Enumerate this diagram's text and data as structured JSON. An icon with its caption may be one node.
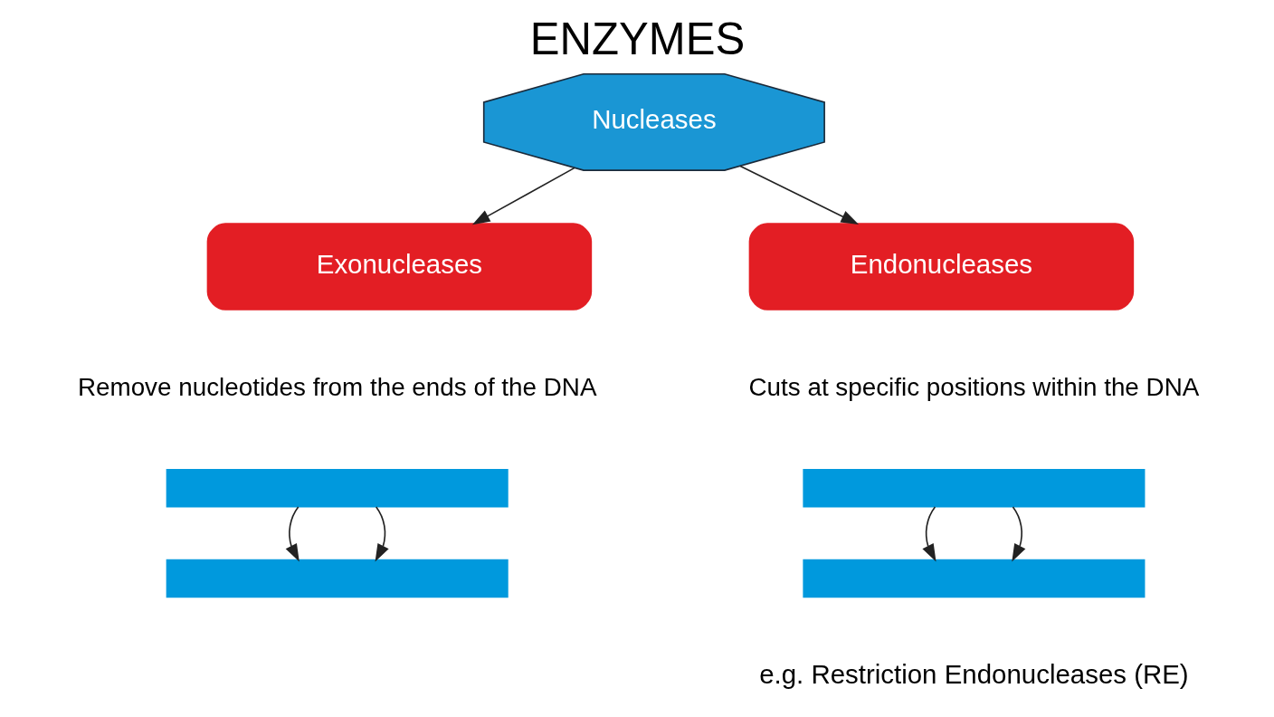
{
  "diagram": {
    "title": "ENZYMES",
    "nodes": [
      {
        "text": [
          "Nucleases"
        ]
      },
      {
        "text": [
          "Exonucleases"
        ],
        "beside": [
          "Remove nucleotides from the ends of the DNA"
        ]
      },
      {
        "text": [
          "Endonucleases"
        ],
        "beside": [
          "Cuts at specific positions within the DNA"
        ]
      },
      {
        "text": [],
        "shape": "bar"
      },
      {
        "text": [],
        "shape": "bar"
      },
      {
        "text": [],
        "shape": "bar"
      },
      {
        "text": [],
        "shape": "bar"
      }
    ],
    "edges": [
      {
        "from": 0,
        "to": 1,
        "arrow": "to"
      },
      {
        "from": 0,
        "to": 2,
        "arrow": "to"
      },
      {
        "from": 3,
        "to": 4,
        "arrow": "to"
      },
      {
        "from": 3,
        "to": 4,
        "arrow": "to"
      },
      {
        "from": 5,
        "to": 6,
        "arrow": "to"
      },
      {
        "from": 5,
        "to": 6,
        "arrow": "to"
      }
    ],
    "labels": [
      "e.g. Restriction Endonucleases (RE)"
    ]
  }
}
